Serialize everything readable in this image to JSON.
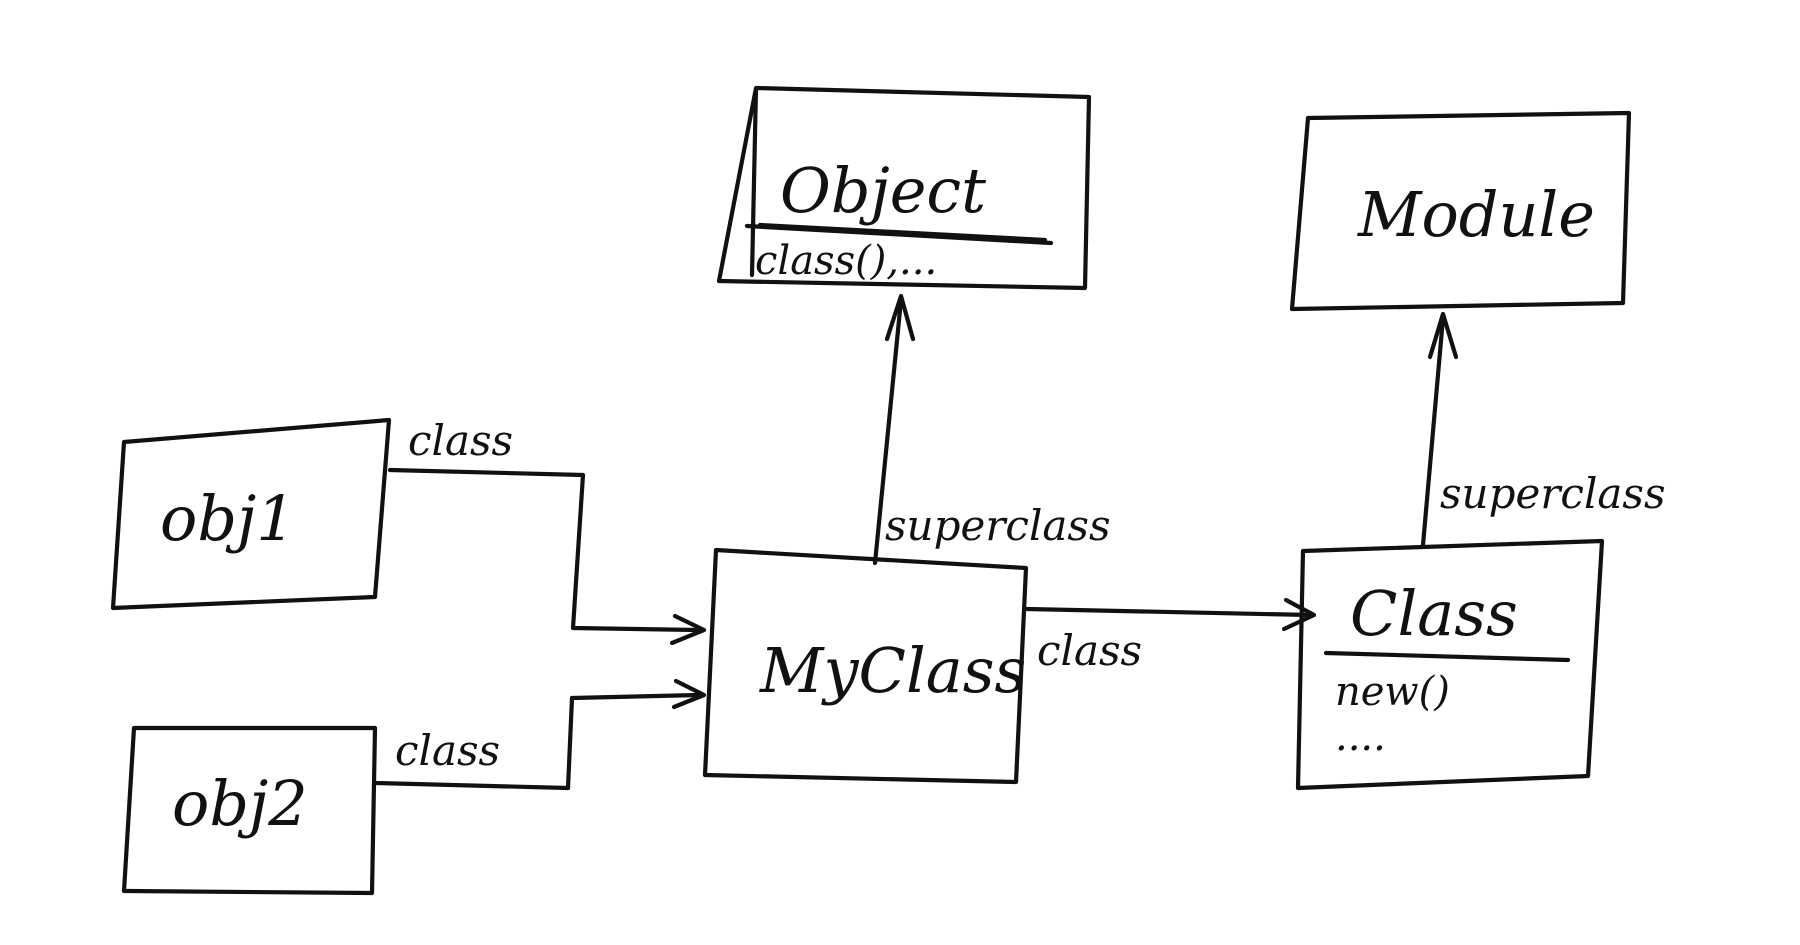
{
  "diagram": {
    "nodes": {
      "object": {
        "title": "Object",
        "methods": [
          "class(),..."
        ]
      },
      "module": {
        "title": "Module"
      },
      "obj1": {
        "title": "obj1"
      },
      "obj2": {
        "title": "obj2"
      },
      "myclass": {
        "title": "MyClass"
      },
      "class": {
        "title": "Class",
        "methods": [
          "new()",
          "...."
        ]
      }
    },
    "edges": {
      "obj1_to_myclass": {
        "label": "class"
      },
      "obj2_to_myclass": {
        "label": "class"
      },
      "myclass_to_class": {
        "label": "class"
      },
      "myclass_to_object": {
        "label": "superclass"
      },
      "class_to_module": {
        "label": "superclass"
      }
    },
    "colors": {
      "ink": "#111111",
      "paper": "#ffffff"
    }
  }
}
